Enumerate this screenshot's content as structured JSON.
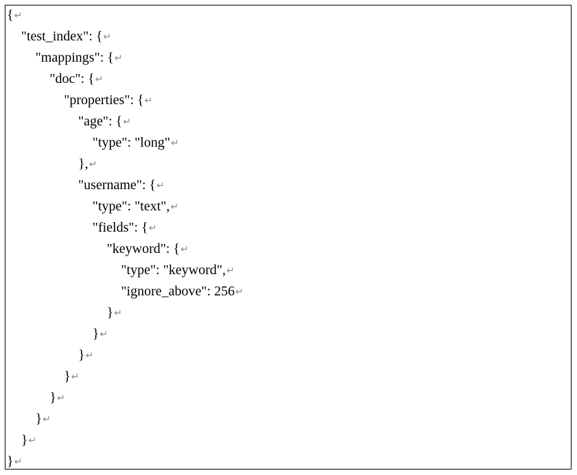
{
  "document": {
    "lines": [
      {
        "text": "{",
        "indent": 0
      },
      {
        "text": "\"test_index\": {",
        "indent": 1
      },
      {
        "text": "\"mappings\": {",
        "indent": 2
      },
      {
        "text": "\"doc\": {",
        "indent": 3
      },
      {
        "text": "\"properties\": {",
        "indent": 4
      },
      {
        "text": "\"age\": {",
        "indent": 5
      },
      {
        "text": "\"type\": \"long\"",
        "indent": 6
      },
      {
        "text": "},",
        "indent": 5
      },
      {
        "text": "\"username\": {",
        "indent": 5
      },
      {
        "text": "\"type\": \"text\",",
        "indent": 6
      },
      {
        "text": "\"fields\": {",
        "indent": 6
      },
      {
        "text": "\"keyword\": {",
        "indent": 7
      },
      {
        "text": "\"type\": \"keyword\",",
        "indent": 8
      },
      {
        "text": "\"ignore_above\": 256",
        "indent": 8
      },
      {
        "text": "}",
        "indent": 7
      },
      {
        "text": "}",
        "indent": 6
      },
      {
        "text": "}",
        "indent": 5
      },
      {
        "text": "}",
        "indent": 4
      },
      {
        "text": "}",
        "indent": 3
      },
      {
        "text": "}",
        "indent": 2
      },
      {
        "text": "}",
        "indent": 1
      },
      {
        "text": "}",
        "indent": 0
      }
    ],
    "paragraph_mark": "↵",
    "colors": {
      "text": "#000000",
      "paragraph_mark": "#8a8a8a",
      "border": "#000000"
    }
  }
}
